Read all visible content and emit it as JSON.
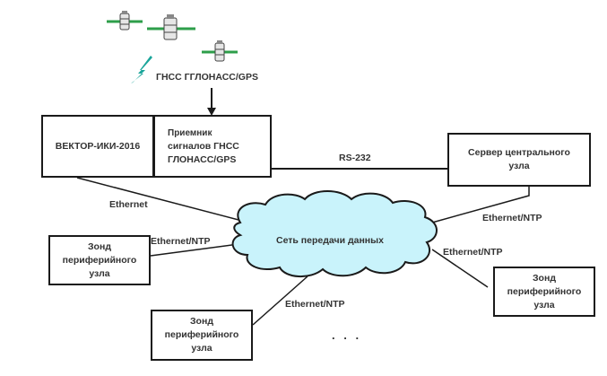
{
  "diagram": {
    "gnss_label": "ГНСС ГГЛОНАСС/GPS",
    "vector_box": "ВЕКТОР-ИКИ-2016",
    "receiver_box": [
      "Приемник",
      "сигналов ГНСС",
      "ГЛОНАСС/GPS"
    ],
    "server_box": [
      "Сервер центрального",
      "узла"
    ],
    "network_cloud": "Сеть передачи данных",
    "probe_box": [
      "Зонд",
      "периферийного",
      "узла"
    ],
    "links": {
      "rs232": "RS-232",
      "ethernet": "Ethernet",
      "ethernet_ntp_server": "Ethernet/NTP",
      "ethernet_ntp_left": "Ethernet/NTP",
      "ethernet_ntp_right": "Ethernet/NTP",
      "ethernet_ntp_bottom": "Ethernet/NTP"
    },
    "ellipsis": ". . .",
    "colors": {
      "cloud_fill": "#c9f3fb",
      "satellite_panel": "#2e9e4a",
      "signal": "#1aa59a",
      "line": "#1a1a1a"
    }
  }
}
